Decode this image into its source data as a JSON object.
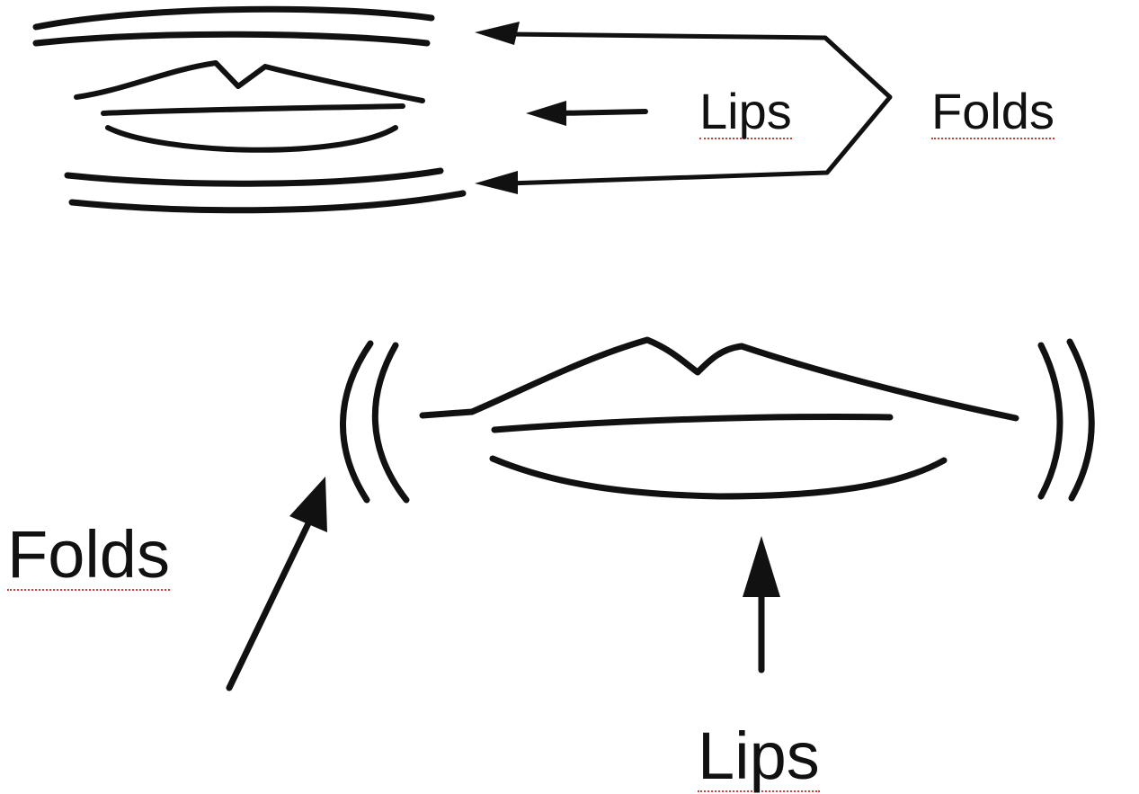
{
  "diagram": {
    "top": {
      "lips_label": "Lips",
      "folds_label": "Folds"
    },
    "bottom": {
      "folds_label": "Folds",
      "lips_label": "Lips"
    },
    "colors": {
      "ink": "#111111",
      "spellcheck_underline": "#d33a3a",
      "background": "#ffffff"
    }
  }
}
